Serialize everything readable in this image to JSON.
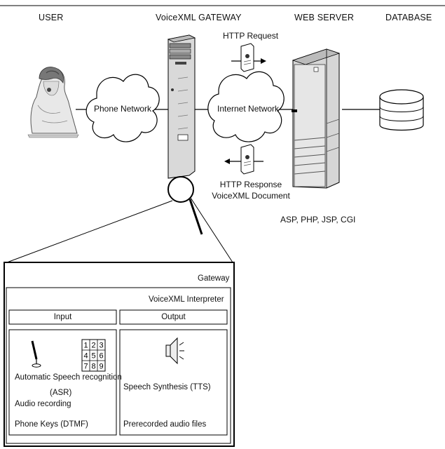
{
  "headers": {
    "user": "USER",
    "gateway": "VoiceXML GATEWAY",
    "web_server": "WEB SERVER",
    "database": "DATABASE"
  },
  "clouds": {
    "phone_network": "Phone Network",
    "internet_network": "Internet Network"
  },
  "http": {
    "request": "HTTP Request",
    "response_line1": "HTTP Response",
    "response_line2": "VoiceXML Document"
  },
  "server_tech": "ASP, PHP, JSP, CGI",
  "detail": {
    "gateway_label": "Gateway",
    "interpreter_label": "VoiceXML Interpreter",
    "input_label": "Input",
    "output_label": "Output",
    "asr_line1": "Automatic Speech recognition",
    "asr_line2": "(ASR)",
    "audio_recording": "Audio recording",
    "phone_keys": "Phone Keys (DTMF)",
    "speech_synthesis": "Speech Synthesis (TTS)",
    "prerecorded": "Prerecorded audio files",
    "keypad": [
      "1",
      "2",
      "3",
      "4",
      "5",
      "6",
      "7",
      "8",
      "9"
    ]
  },
  "icons": [
    "user-person-icon",
    "phone-network-cloud-icon",
    "gateway-tower-icon",
    "document-icon",
    "internet-cloud-icon",
    "web-server-icon",
    "database-icon",
    "magnifier-icon",
    "microphone-icon",
    "keypad-icon",
    "speaker-icon"
  ]
}
